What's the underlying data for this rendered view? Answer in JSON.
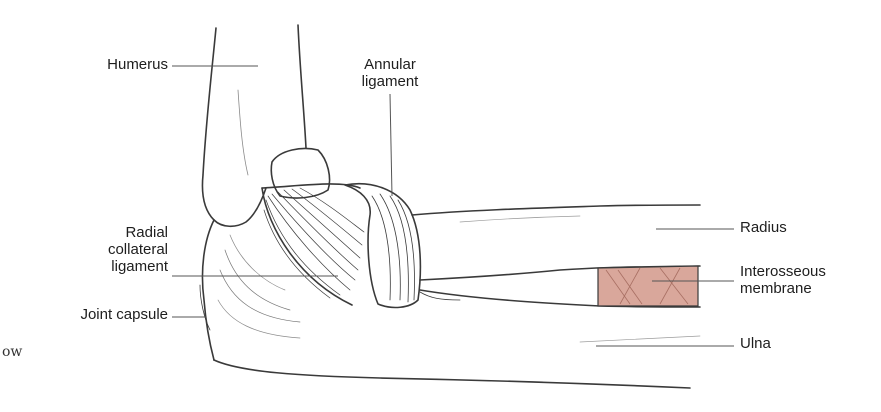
{
  "labels": {
    "humerus": "Humerus",
    "annular_ligament": [
      "Annular",
      "ligament"
    ],
    "radial_collateral_ligament": [
      "Radial",
      "collateral",
      "ligament"
    ],
    "joint_capsule": "Joint capsule",
    "radius": "Radius",
    "interosseous_membrane": [
      "Interosseous",
      "membrane"
    ],
    "ulna": "Ulna"
  },
  "stray_text": "ow",
  "colors": {
    "ink": "#3a3a3a",
    "membrane_fill": "#d9a79b",
    "label_text": "#1e1e1e"
  }
}
